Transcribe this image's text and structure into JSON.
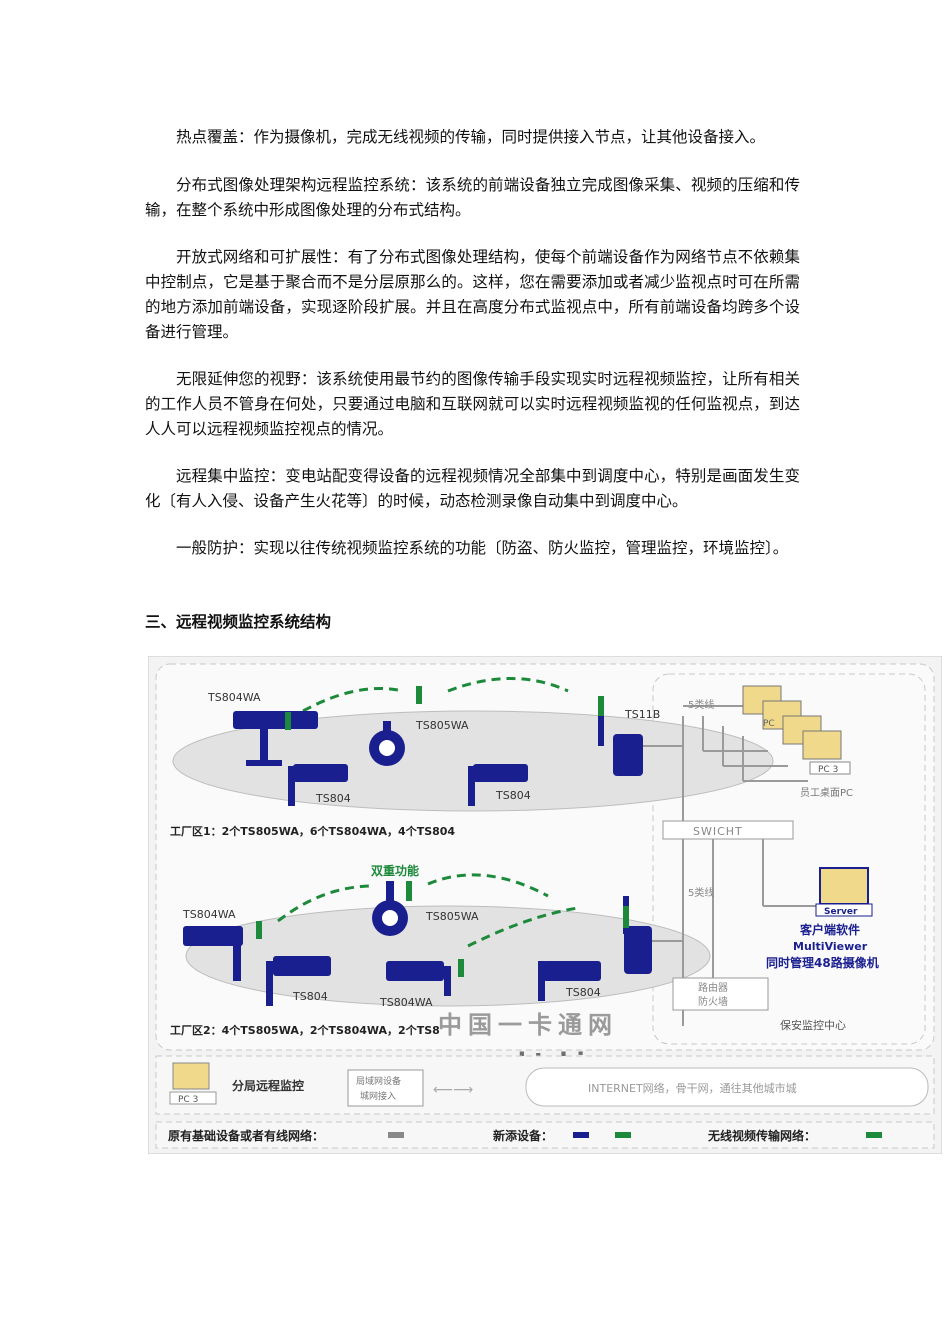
{
  "paragraphs": [
    "热点覆盖：作为摄像机，完成无线视频的传输，同时提供接入节点，让其他设备接入。",
    "分布式图像处理架构远程监控系统：该系统的前端设备独立完成图像采集、视频的压缩和传输，在整个系统中形成图像处理的分布式结构。",
    "开放式网络和可扩展性：有了分布式图像处理结构，使每个前端设备作为网络节点不依赖集中控制点，它是基于聚合而不是分层原那么的。这样，您在需要添加或者减少监视点时可在所需的地方添加前端设备，实现逐阶段扩展。并且在高度分布式监视点中，所有前端设备均跨多个设备进行管理。",
    "无限延伸您的视野：该系统使用最节约的图像传输手段实现实时远程视频监控，让所有相关的工作人员不管身在何处，只要通过电脑和互联网就可以实时远程视频监视的任何监视点，到达人人可以远程视频监控视点的情况。",
    "远程集中监控：变电站配变得设备的远程视频情况全部集中到调度中心，特别是画面发生变化〔有人入侵、设备产生火花等〕的时候，动态检测录像自动集中到调度中心。",
    "一般防护：实现以往传统视频监控系统的功能〔防盗、防火监控，管理监控，环境监控〕。"
  ],
  "section_heading": "三、远程视频监控系统结构",
  "diagram": {
    "area1": {
      "ts804wa": "TS804WA",
      "ts805wa": "TS805WA",
      "ts11b": "TS11B",
      "ts804_left": "TS804",
      "ts804_right": "TS804",
      "caption": "工厂区1：2个TS805WA，6个TS804WA，4个TS804"
    },
    "area2": {
      "dual_function": "双重功能",
      "ts804wa_left": "TS804WA",
      "ts805wa": "TS805WA",
      "ts804_left": "TS804",
      "ts804wa_mid": "TS804WA",
      "ts804_right": "TS804",
      "caption": "工厂区2：4个TS805WA，2个TS804WA，2个TS8"
    },
    "center": {
      "cat5_top": "5类线",
      "cat5_mid": "5类线",
      "switch": "SWICHT",
      "router": "路由器",
      "firewall": "防火墙",
      "pc_label": "PC",
      "pc3": "PC 3",
      "staff_pc": "员工桌面PC",
      "server": "Server",
      "client_software": "客户端软件",
      "multiviewer": "MultiViewer",
      "manage48": "同时管理48路摄像机",
      "security_center": "保安监控中心"
    },
    "bottom": {
      "pc3": "PC 3",
      "branch": "分局远程监控",
      "wan_line1": "局域网设备",
      "wan_line2": "城网接入",
      "internet": "INTERNET网络，骨干网，通往其他城市城"
    },
    "legend": {
      "existing": "原有基础设备或者有线网络：",
      "new": "新添设备：",
      "wireless": "无线视频传输网络：",
      "gray": "#888888",
      "blue": "#1a1f8f",
      "green": "#1c8a3a"
    },
    "watermark_cn": "中国一卡通网",
    "watermark_url": "www.yktchina.com"
  }
}
